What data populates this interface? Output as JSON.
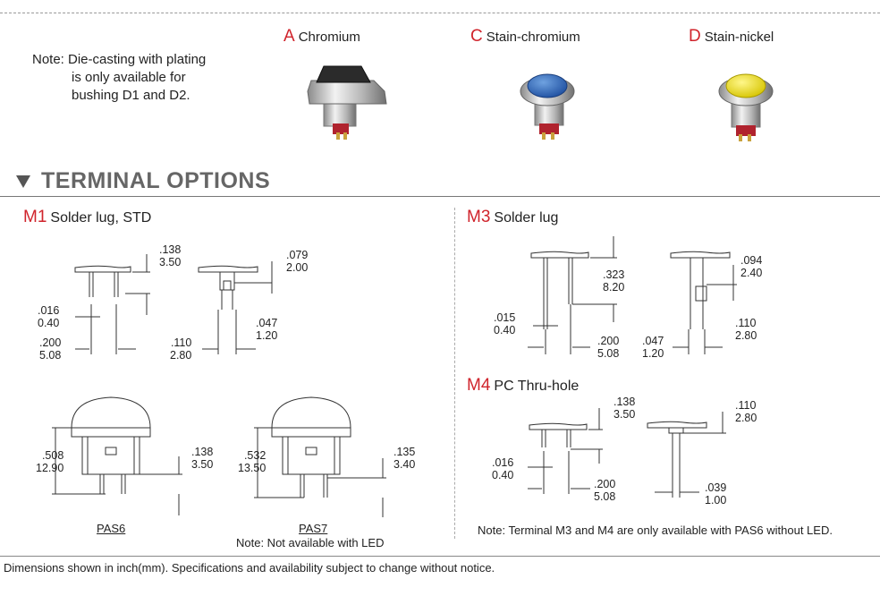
{
  "note_top": {
    "line1": "Note: Die-casting with plating",
    "line2": "is only available for",
    "line3": "bushing D1 and D2."
  },
  "finishes": [
    {
      "code": "A",
      "label": "Chromium"
    },
    {
      "code": "C",
      "label": "Stain-chromium"
    },
    {
      "code": "D",
      "label": "Stain-nickel"
    }
  ],
  "colors": {
    "accent": "#d0242c",
    "title_gray": "#666666"
  },
  "section_title": "TERMINAL OPTIONS",
  "terminals": {
    "m1": {
      "code": "M1",
      "label": "Solder lug, STD"
    },
    "m3": {
      "code": "M3",
      "label": "Solder lug"
    },
    "m4": {
      "code": "M4",
      "label": "PC Thru-hole"
    }
  },
  "dims": {
    "m1a_138": ".138",
    "m1a_350": "3.50",
    "m1a_016": ".016",
    "m1a_040": "0.40",
    "m1a_200": ".200",
    "m1a_508": "5.08",
    "m1b_079": ".079",
    "m1b_200": "2.00",
    "m1b_047": ".047",
    "m1b_120": "1.20",
    "m1b_110": ".110",
    "m1b_280": "2.80",
    "pas6_508": ".508",
    "pas6_1290": "12.90",
    "pas6_138": ".138",
    "pas6_350": "3.50",
    "pas7_532": ".532",
    "pas7_1350": "13.50",
    "pas7_135": ".135",
    "pas7_340": "3.40",
    "m3a_323": ".323",
    "m3a_820": "8.20",
    "m3a_015": ".015",
    "m3a_040": "0.40",
    "m3a_200": ".200",
    "m3a_508": "5.08",
    "m3b_094": ".094",
    "m3b_240": "2.40",
    "m3b_110": ".110",
    "m3b_280": "2.80",
    "m3b_047": ".047",
    "m3b_120": "1.20",
    "m4a_138": ".138",
    "m4a_350": "3.50",
    "m4a_016": ".016",
    "m4a_040": "0.40",
    "m4a_200": ".200",
    "m4a_508": "5.08",
    "m4b_110": ".110",
    "m4b_280": "2.80",
    "m4b_039": ".039",
    "m4b_100": "1.00"
  },
  "captions": {
    "pas6": "PAS6",
    "pas7": "PAS7"
  },
  "notes": {
    "led": "Note: Not available with LED",
    "m3m4": "Note: Terminal M3 and M4 are only available with PAS6 without LED."
  },
  "footer": "Dimensions shown in inch(mm).   Specifications and availability subject to change without notice."
}
